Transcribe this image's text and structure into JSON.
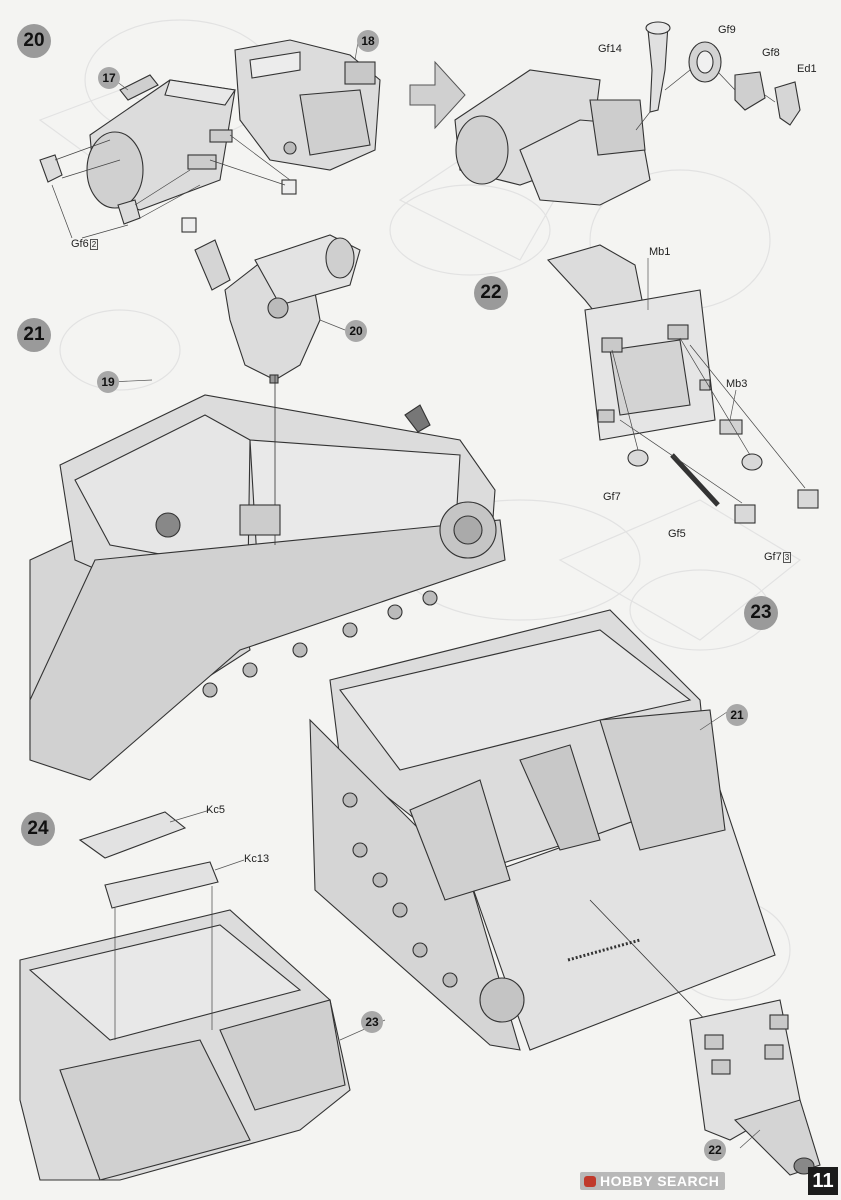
{
  "steps": {
    "s20": "20",
    "s21": "21",
    "s22": "22",
    "s23": "23",
    "s24": "24"
  },
  "callouts": {
    "c17": "17",
    "c18": "18",
    "c20": "20",
    "c19": "19",
    "c21": "21",
    "c23": "23",
    "c22": "22"
  },
  "part_labels": {
    "gf14": "Gf14",
    "gf9": "Gf9",
    "gf8": "Gf8",
    "ed1": "Ed1",
    "gf6": "Gf6",
    "gf6_qty": "2",
    "mb1": "Mb1",
    "mb3": "Mb3",
    "gf7_a": "Gf7",
    "gf5": "Gf5",
    "gf7_b": "Gf7",
    "gf7_qty": "3",
    "kc5": "Kc5",
    "kc13": "Kc13"
  },
  "footer": {
    "brand": "HOBBY SEARCH",
    "page_number": "11"
  },
  "colors": {
    "part_fill": "#dcdcdc",
    "line": "#333333",
    "callout": "#a8a8a8",
    "step": "#9a9a9a"
  }
}
